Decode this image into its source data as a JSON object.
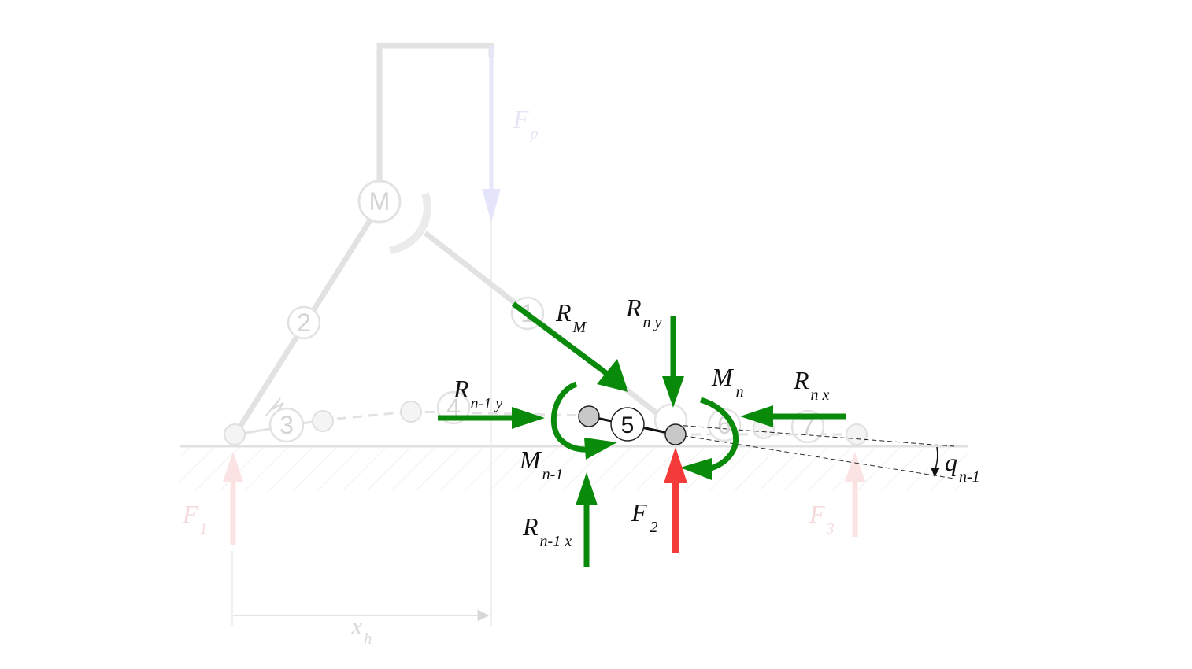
{
  "colors": {
    "force_green": "#0a8a0a",
    "force_red": "#f53a3a",
    "faded_gray": "#e2e2e2",
    "faded_blue": "#e4e4fa",
    "faded_red": "#fbe3e3",
    "node_fill": "#c8c8c8"
  },
  "labels": {
    "r_m": {
      "main": "R",
      "sub": "M"
    },
    "r_ny": {
      "main": "R",
      "sub": "n y"
    },
    "m_n": {
      "main": "M",
      "sub": "n"
    },
    "r_nx": {
      "main": "R",
      "sub": "n x"
    },
    "r_n1y": {
      "main": "R",
      "sub": "n-1 y"
    },
    "m_n1": {
      "main": "M",
      "sub": "n-1"
    },
    "r_n1x": {
      "main": "R",
      "sub": "n-1 x"
    },
    "f_2": {
      "main": "F",
      "sub": "2"
    },
    "q_n1": {
      "main": "q",
      "sub": "n-1"
    },
    "f_p": {
      "main": "F",
      "sub": "p"
    },
    "f_1": {
      "main": "F",
      "sub": "1"
    },
    "f_3": {
      "main": "F",
      "sub": "3"
    },
    "x_h": {
      "main": "x",
      "sub": "h"
    }
  },
  "nodes": {
    "segment": "5",
    "motor": "M",
    "link_1": "1",
    "link_2": "2",
    "link_3": "3",
    "link_4": "4",
    "link_6": "6",
    "link_7": "7"
  }
}
